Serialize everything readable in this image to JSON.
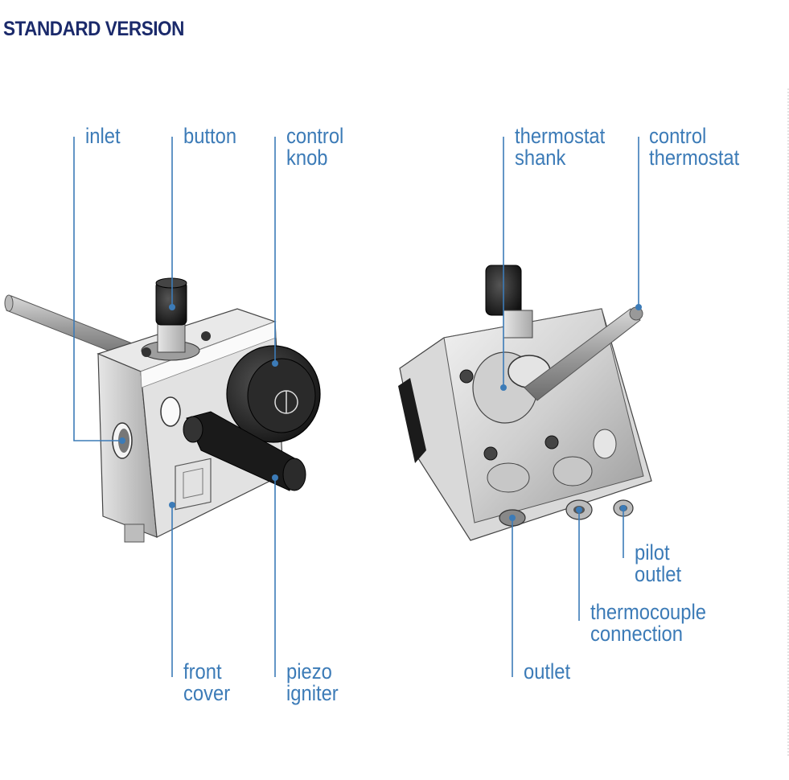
{
  "title": "STANDARD VERSION",
  "labels": {
    "inlet": "inlet",
    "button": "button",
    "control_knob": [
      "control",
      "knob"
    ],
    "thermostat_shank": [
      "thermostat",
      "shank"
    ],
    "control_thermostat": [
      "control",
      "thermostat"
    ],
    "pilot_outlet": [
      "pilot",
      "outlet"
    ],
    "thermocouple_connection": [
      "thermocouple",
      "connection"
    ],
    "outlet": "outlet",
    "front_cover": [
      "front",
      "cover"
    ],
    "piezo_igniter": [
      "piezo",
      "igniter"
    ]
  },
  "colors": {
    "title": "#1b2a6b",
    "label": "#3c7bb7",
    "leader": "#3c7bb7"
  }
}
